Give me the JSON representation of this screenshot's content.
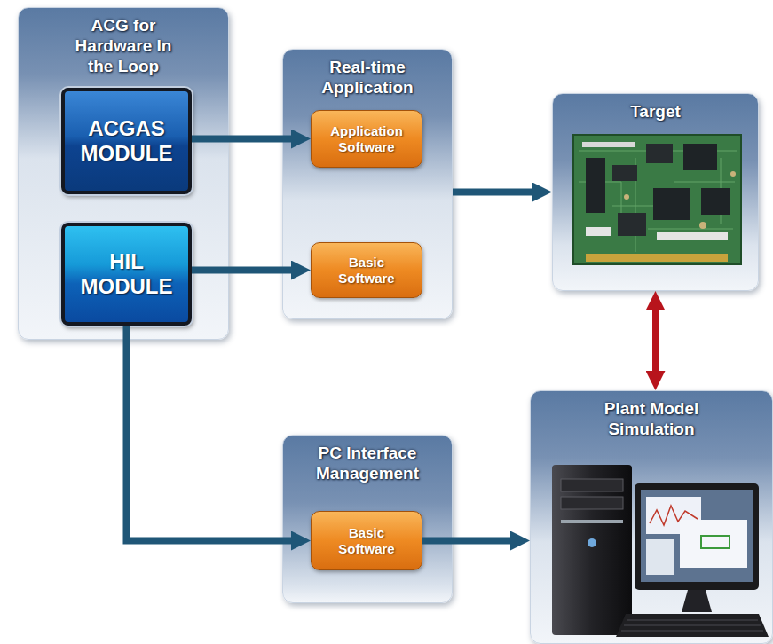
{
  "diagram": {
    "nodes": [
      {
        "text": [
          "ACG for Hardware In the Loop"
        ]
      },
      {
        "text": [
          "ACGAS MODULE"
        ],
        "in": 0
      },
      {
        "text": [
          "HIL MODULE"
        ],
        "in": 0
      },
      {
        "text": [
          "Real-time Application"
        ]
      },
      {
        "text": [
          "Application Software"
        ],
        "in": 3
      },
      {
        "text": [
          "Basic Software"
        ],
        "in": 3
      },
      {
        "text": [
          "Target"
        ]
      },
      {
        "text": [
          "PC Interface Management"
        ]
      },
      {
        "text": [
          "Basic Software"
        ],
        "in": 7
      },
      {
        "text": [
          "Plant Model Simulation"
        ]
      }
    ],
    "edges": [
      {
        "from": 1,
        "to": 4,
        "arrow": "to"
      },
      {
        "from": 2,
        "to": 5,
        "arrow": "to"
      },
      {
        "from": 3,
        "to": 6,
        "arrow": "to"
      },
      {
        "from": 6,
        "to": 9,
        "arrow": "both"
      },
      {
        "from": 2,
        "to": 8,
        "arrow": "to"
      },
      {
        "from": 8,
        "to": 9,
        "arrow": "to"
      }
    ]
  }
}
